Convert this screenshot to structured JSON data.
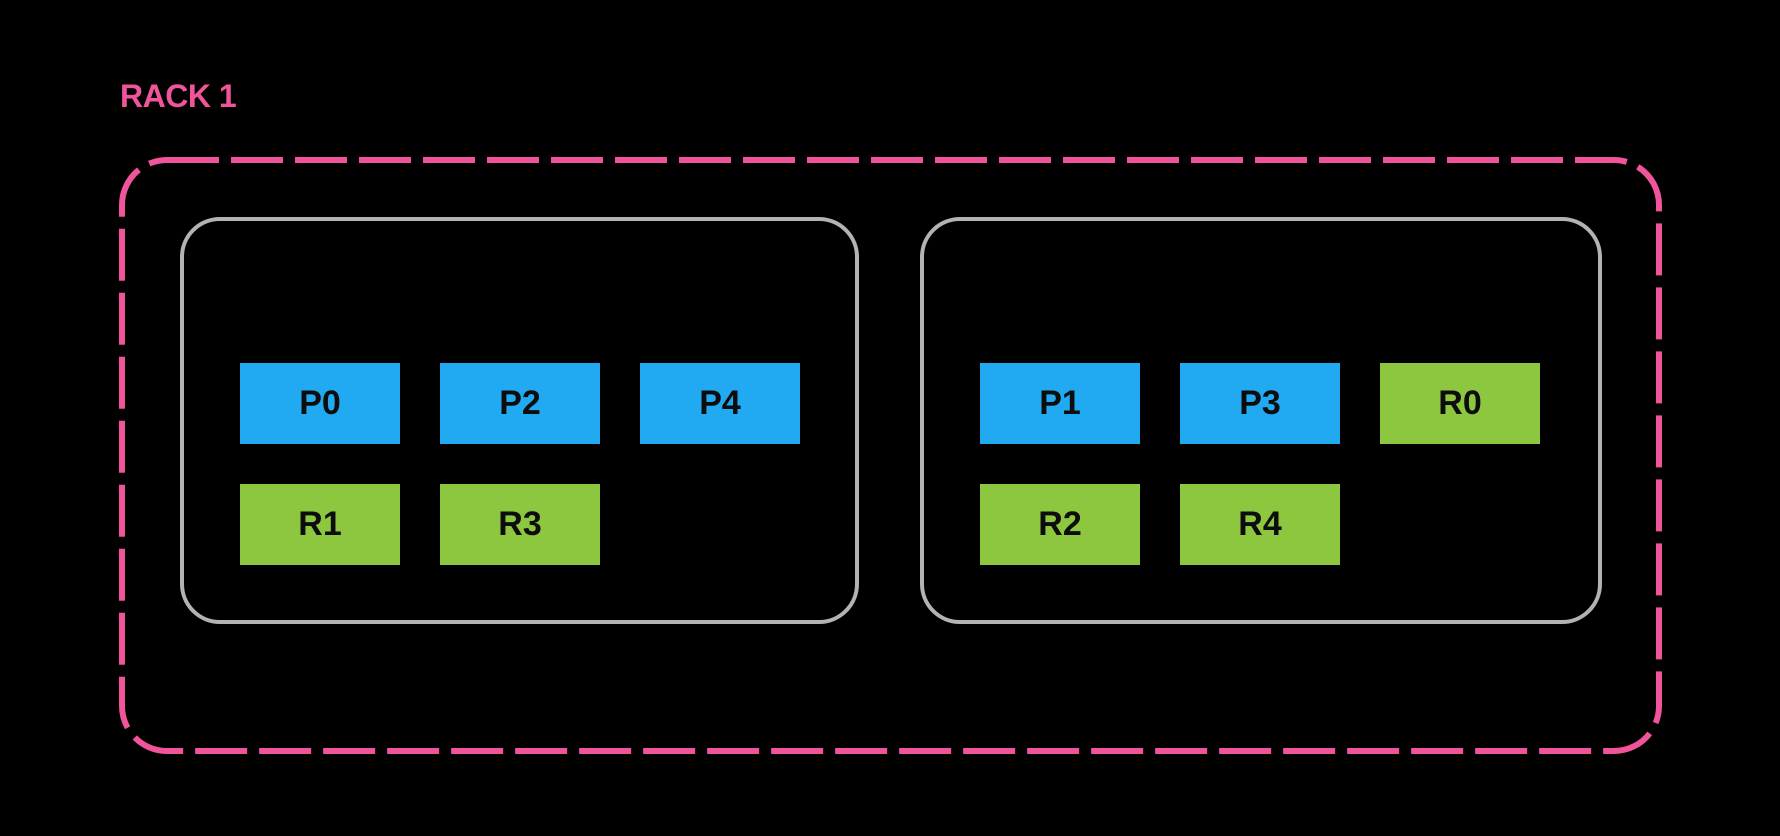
{
  "rack": {
    "label": "RACK 1",
    "nodes": [
      {
        "slots": [
          {
            "label": "P0",
            "role": "primary"
          },
          {
            "label": "P2",
            "role": "primary"
          },
          {
            "label": "P4",
            "role": "primary"
          },
          {
            "label": "R1",
            "role": "replica"
          },
          {
            "label": "R3",
            "role": "replica"
          }
        ]
      },
      {
        "slots": [
          {
            "label": "P1",
            "role": "primary"
          },
          {
            "label": "P3",
            "role": "primary"
          },
          {
            "label": "R0",
            "role": "replica"
          },
          {
            "label": "R2",
            "role": "replica"
          },
          {
            "label": "R4",
            "role": "replica"
          }
        ]
      }
    ]
  },
  "colors": {
    "background": "#000000",
    "rack-pink": "#F0549B",
    "node-gray": "#B3B3B3",
    "primary-blue": "#21A9F2",
    "replica-green": "#8DC63F",
    "slot-text": "#0D0D0D"
  }
}
